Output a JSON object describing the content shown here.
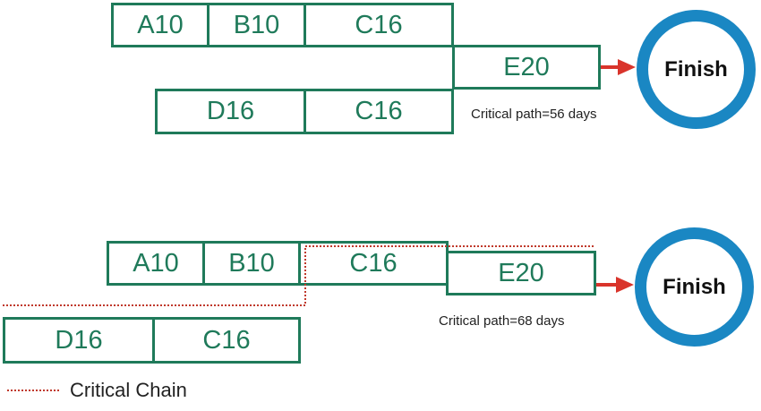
{
  "top": {
    "tasks": [
      "A10",
      "B10",
      "C16",
      "E20",
      "D16",
      "C16"
    ],
    "finish_label": "Finish",
    "caption": "Critical path=56 days"
  },
  "bottom": {
    "tasks": [
      "A10",
      "B10",
      "C16",
      "E20",
      "D16",
      "C16"
    ],
    "finish_label": "Finish",
    "caption": "Critical path=68 days"
  },
  "legend": {
    "label": "Critical Chain"
  },
  "colors": {
    "task_border": "#1f7a5a",
    "finish_ring": "#1a87c3",
    "arrow": "#d9342b",
    "critical_chain": "#c0392b"
  }
}
